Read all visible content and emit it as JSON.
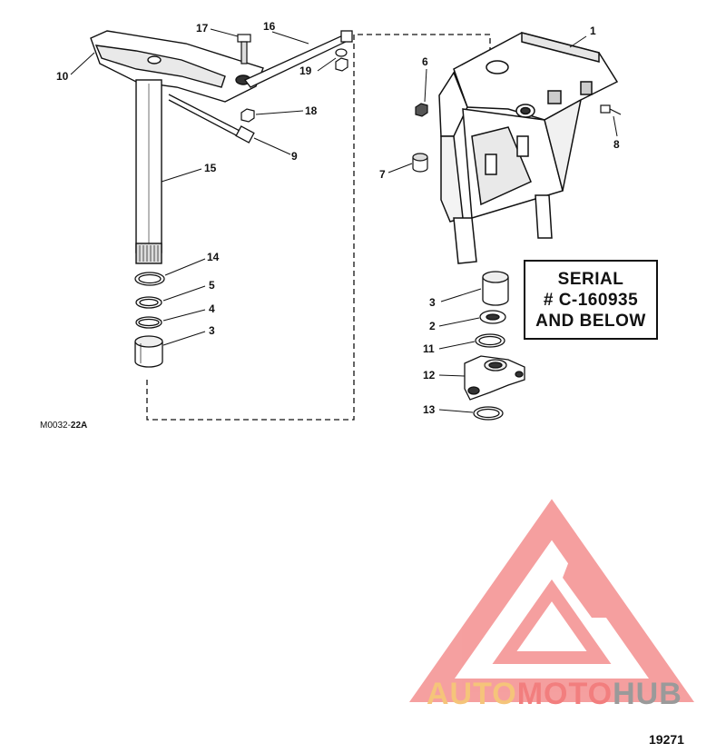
{
  "callouts": {
    "c1": "1",
    "c2": "2",
    "c3a": "3",
    "c3b": "3",
    "c4": "4",
    "c5": "5",
    "c6": "6",
    "c7": "7",
    "c8": "8",
    "c9": "9",
    "c10": "10",
    "c11": "11",
    "c12": "12",
    "c13": "13",
    "c14": "14",
    "c15": "15",
    "c16": "16",
    "c17": "17",
    "c18": "18",
    "c19": "19"
  },
  "serial_note": {
    "line1": "SERIAL",
    "line2": "# C-160935",
    "line3": "AND BELOW"
  },
  "reference_code": {
    "prefix": "M0032-",
    "suffix": "22A"
  },
  "figure_number": "19271",
  "watermark": {
    "part1": "AUTO",
    "part2": "MOTO",
    "part3": "HUB",
    "colors": {
      "auto": "#f5c47a",
      "moto": "#f27e7e",
      "hub": "#9a9a9a",
      "logo": "#f28080"
    }
  },
  "colors": {
    "line_art": "#111111",
    "background": "#ffffff"
  }
}
